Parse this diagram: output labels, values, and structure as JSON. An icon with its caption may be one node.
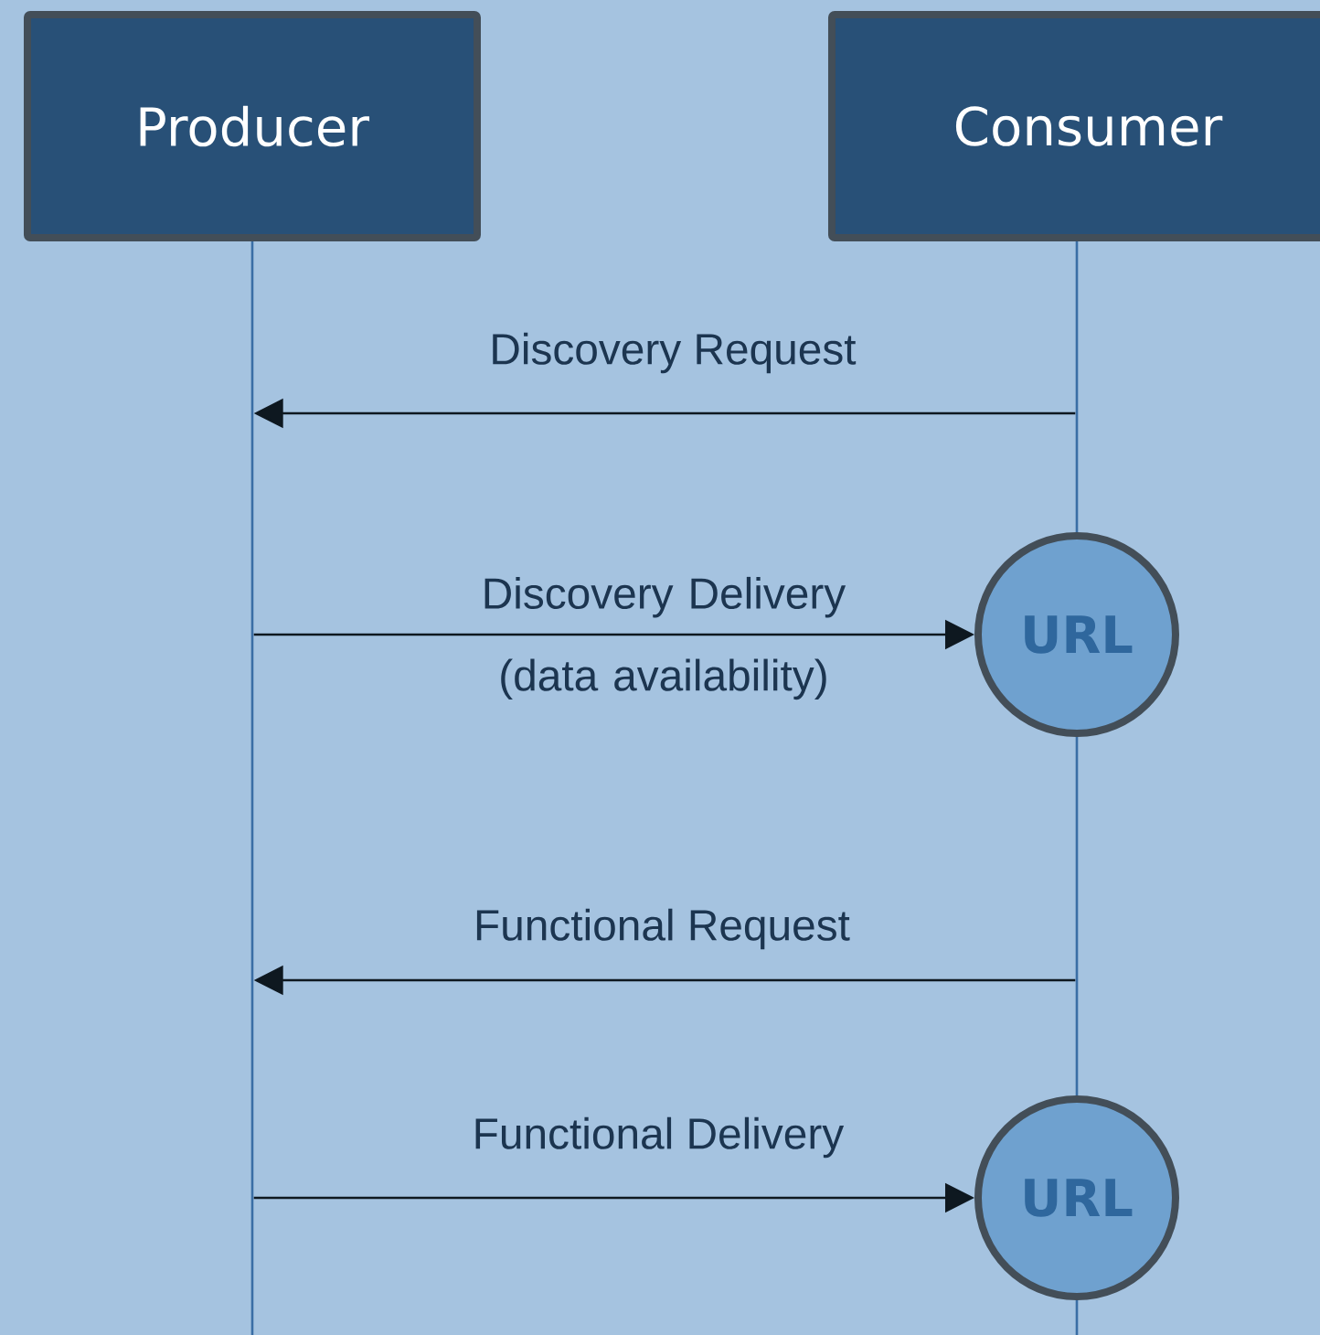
{
  "diagram": {
    "nodes": [
      {
        "text": [
          "Producer"
        ]
      },
      {
        "text": [
          "Consumer"
        ]
      },
      {
        "text": [
          "URL"
        ]
      },
      {
        "text": [
          "URL"
        ]
      },
      {
        "text": [],
        "shape": "bar"
      },
      {
        "text": [],
        "shape": "bar"
      }
    ],
    "edges": [
      {
        "from": 5,
        "to": 4,
        "arrow": "to",
        "label": "Discovery Request"
      },
      {
        "from": 4,
        "to": 2,
        "arrow": "to",
        "label": "Discovery Delivery (data availability)"
      },
      {
        "from": 5,
        "to": 4,
        "arrow": "to",
        "label": "Functional Request"
      },
      {
        "from": 4,
        "to": 3,
        "arrow": "to",
        "label": "Functional Delivery"
      }
    ]
  }
}
